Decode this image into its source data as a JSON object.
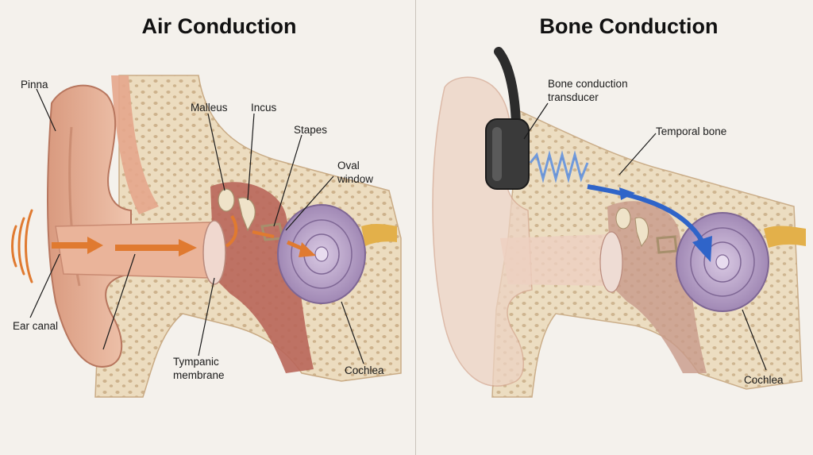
{
  "panels": [
    {
      "title": "Air Conduction",
      "labels": {
        "pinna": "Pinna",
        "malleus": "Malleus",
        "incus": "Incus",
        "stapes": "Stapes",
        "oval_window_1": "Oval",
        "oval_window_2": "window",
        "ear_canal": "Ear canal",
        "tympanic_1": "Tympanic",
        "tympanic_2": "membrane",
        "cochlea": "Cochlea"
      }
    },
    {
      "title": "Bone Conduction",
      "labels": {
        "transducer_1": "Bone conduction",
        "transducer_2": "transducer",
        "temporal_bone": "Temporal bone",
        "cochlea": "Cochlea"
      }
    }
  ],
  "colors": {
    "background": "#f4f1ec",
    "skin": "#e9b79c",
    "skin_dark": "#c98a72",
    "bone": "#ecdcbf",
    "bone_pore": "#cdb28c",
    "middle_ear": "#b9665a",
    "cochlea": "#b9a2c8",
    "nerve": "#e3b04a",
    "air_arrow": "#e07a30",
    "bone_arrow": "#2f64c9",
    "device": "#3a3a3a"
  }
}
